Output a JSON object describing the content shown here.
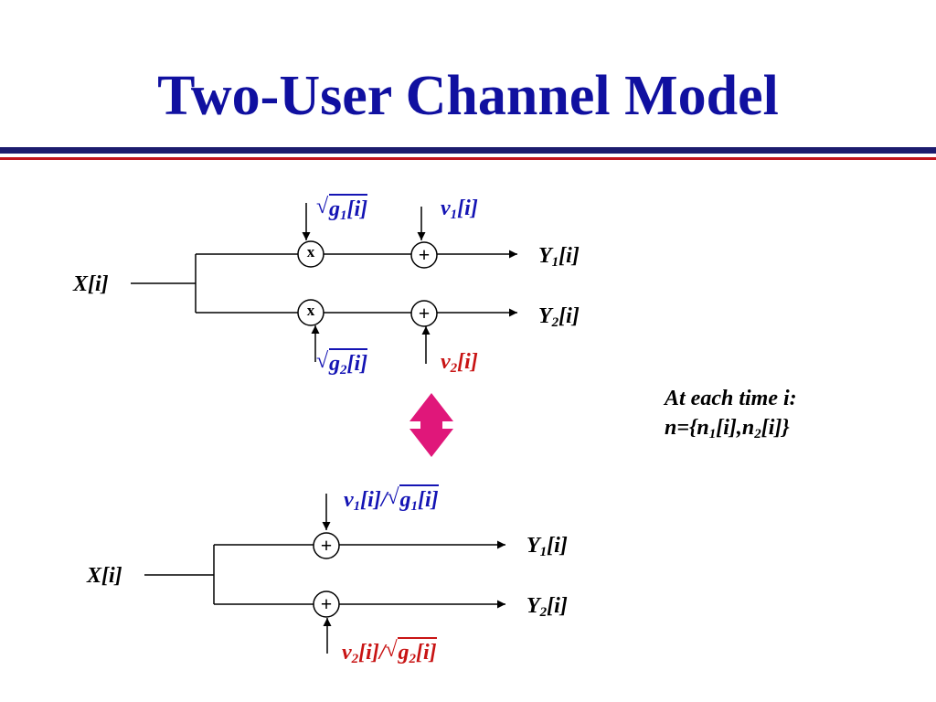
{
  "title": "Two-User Channel Model",
  "colors": {
    "title": "#1010a0",
    "rule_navy": "#1c1c6e",
    "rule_red": "#c0141c",
    "gain": "#1414b4",
    "noise_red": "#c81414",
    "double_arrow": "#e0177a",
    "line": "#000000"
  },
  "top_diagram": {
    "input": {
      "main": "X",
      "index": "[i]"
    },
    "gain1": {
      "main": "g",
      "sub": "1",
      "index": "[i]"
    },
    "gain2": {
      "main": "g",
      "sub": "2",
      "index": "[i]"
    },
    "noise1": {
      "main": "ν",
      "sub": "1",
      "index": "[i]"
    },
    "noise2": {
      "main": "ν",
      "sub": "2",
      "index": "[i]"
    },
    "mult_symbol": "x",
    "add_symbol": "+",
    "output1": {
      "main": "Y",
      "sub": "1",
      "index": "[i]"
    },
    "output2": {
      "main": "Y",
      "sub": "2",
      "index": "[i]"
    }
  },
  "bottom_diagram": {
    "input": {
      "main": "X",
      "index": "[i]"
    },
    "noise1": {
      "main": "ν",
      "sub": "1",
      "index": "[i]",
      "slash": "/",
      "gmain": "g",
      "gsub": "1",
      "gindex": "[i]"
    },
    "noise2": {
      "main": "ν",
      "sub": "2",
      "index": "[i]",
      "slash": "/",
      "gmain": "g",
      "gsub": "2",
      "gindex": "[i]"
    },
    "add_symbol": "+",
    "output1": {
      "main": "Y",
      "sub": "1",
      "index": "[i]"
    },
    "output2": {
      "main": "Y",
      "sub": "2",
      "index": "[i]"
    }
  },
  "note": {
    "line1": "At each time i:",
    "prefix": "n={n",
    "sub1": "1",
    "mid": "[i],n",
    "sub2": "2",
    "suffix": "[i]}"
  }
}
